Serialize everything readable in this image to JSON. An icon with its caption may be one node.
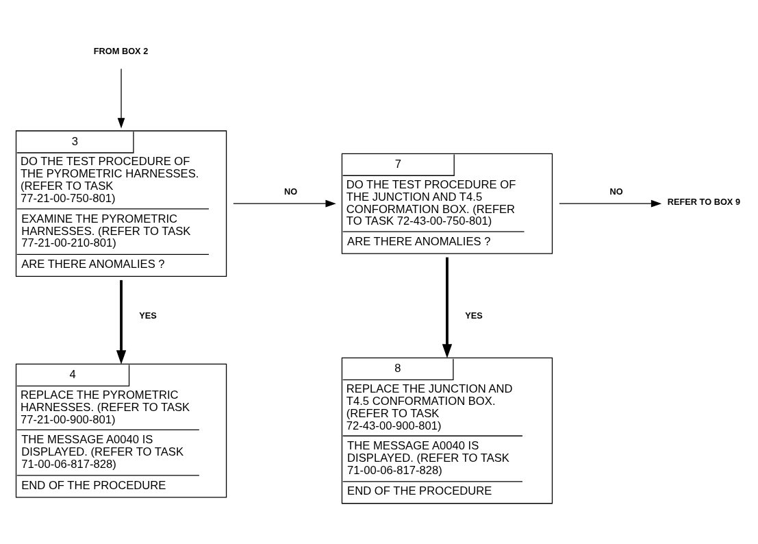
{
  "diagram": {
    "nodes": [
      {
        "text": [
          "FROM BOX 2"
        ]
      },
      {
        "text": [
          "3",
          "DO THE TEST PROCEDURE OF THE PYROMETRIC HARNESSES. (REFER TO TASK 77-21-00-750-801)",
          "EXAMINE THE PYROMETRIC HARNESSES. (REFER TO TASK 77-21-00-210-801)",
          "ARE THERE ANOMALIES ?"
        ]
      },
      {
        "text": [
          "7",
          "DO THE TEST PROCEDURE OF THE JUNCTION AND T4.5 CONFORMATION BOX. (REFER TO TASK 72-43-00-750-801)",
          "ARE THERE ANOMALIES ?"
        ]
      },
      {
        "text": [
          "REFER TO BOX 9"
        ]
      },
      {
        "text": [
          "4",
          "REPLACE THE PYROMETRIC HARNESSES. (REFER TO TASK 77-21-00-900-801)",
          "THE MESSAGE A0040 IS DISPLAYED. (REFER TO TASK 71-00-06-817-828)",
          "END OF THE PROCEDURE"
        ]
      },
      {
        "text": [
          "8",
          "REPLACE THE JUNCTION AND T4.5 CONFORMATION BOX. (REFER TO TASK 72-43-00-900-801)",
          "THE MESSAGE A0040 IS DISPLAYED. (REFER TO TASK 71-00-06-817-828)",
          "END OF THE PROCEDURE"
        ]
      }
    ],
    "edges": [
      {
        "from": 0,
        "to": 1,
        "arrow": "to"
      },
      {
        "from": 1,
        "to": 2,
        "arrow": "to",
        "label": "NO"
      },
      {
        "from": 2,
        "to": 3,
        "arrow": "to",
        "label": "NO"
      },
      {
        "from": 1,
        "to": 4,
        "arrow": "to",
        "label": "YES",
        "style": "thick"
      },
      {
        "from": 2,
        "to": 5,
        "arrow": "to",
        "label": "YES",
        "style": "thick"
      }
    ]
  }
}
